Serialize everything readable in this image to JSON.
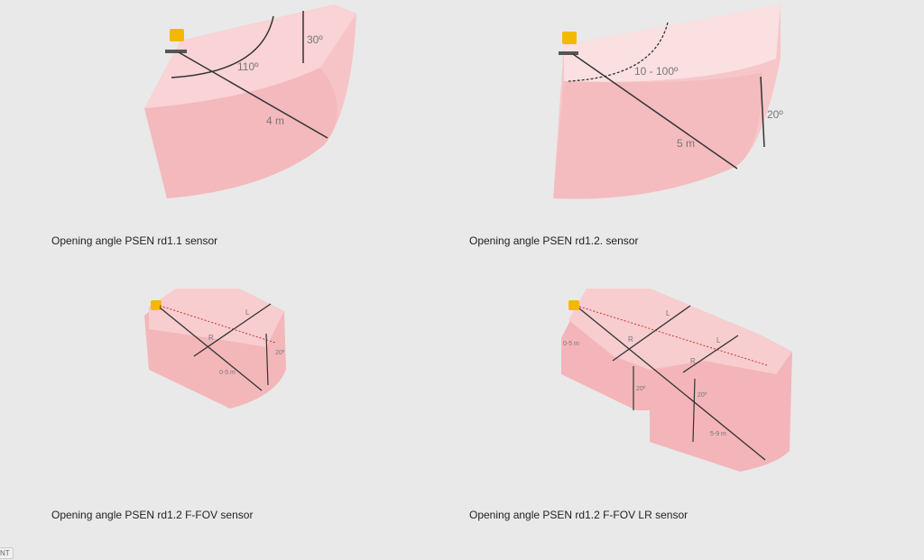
{
  "figures": [
    {
      "caption": "Opening angle PSEN rd1.1 sensor",
      "labels": {
        "horizontal_angle": "110º",
        "vertical_angle": "30º",
        "range": "4 m"
      }
    },
    {
      "caption": "Opening angle PSEN rd1.2. sensor",
      "labels": {
        "horizontal_angle": "10 - 100º",
        "vertical_angle": "20º",
        "range": "5 m"
      }
    },
    {
      "caption": "Opening angle PSEN rd1.2 F-FOV sensor",
      "labels": {
        "left": "L",
        "right": "R",
        "vertical_angle": "20º",
        "range": "0-5 m"
      }
    },
    {
      "caption": "Opening angle PSEN rd1.2 F-FOV LR sensor",
      "labels": {
        "left": "L",
        "right": "R",
        "left2": "L",
        "right2": "R",
        "vertical_angle": "20º",
        "vertical_angle2": "20º",
        "range": "0-5 m",
        "range2": "5-9 m"
      }
    }
  ],
  "badge": "NT",
  "colors": {
    "zone": "#f4b8bb",
    "sensor": "#f5b800",
    "arrow": "#333333"
  }
}
